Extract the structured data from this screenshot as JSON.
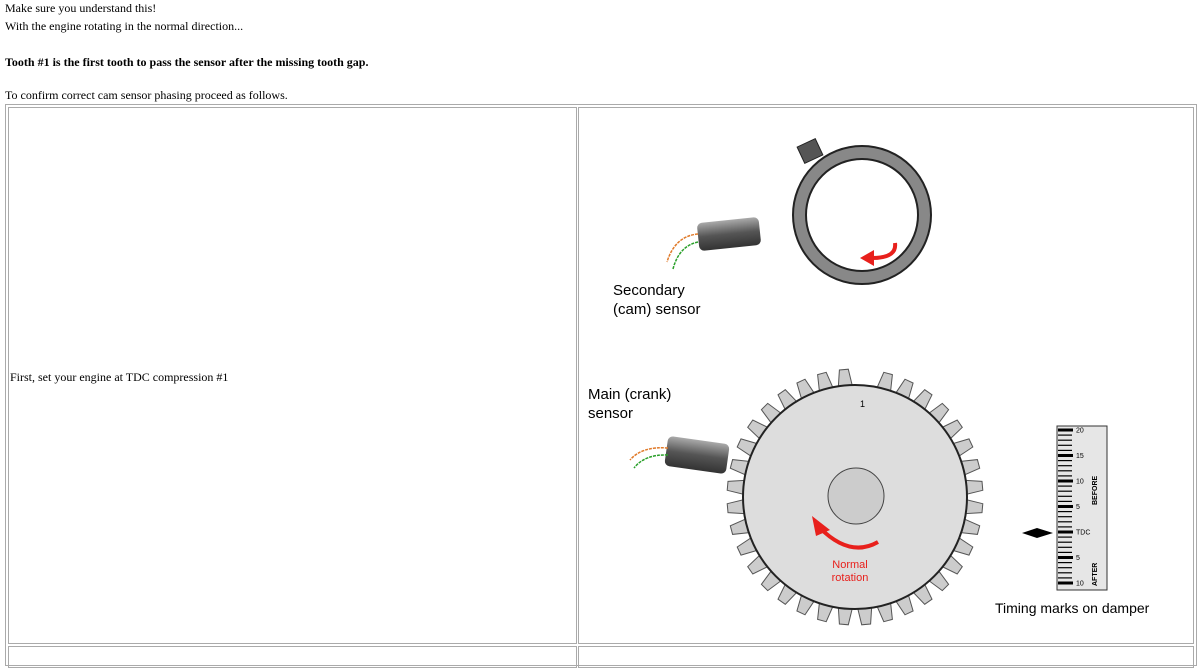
{
  "intro": {
    "line1": "Make sure you understand this!",
    "line2": "With the engine rotating in the normal direction...",
    "bold": "Tooth #1 is the first tooth to pass the sensor after the missing tooth gap.",
    "line3": "To confirm correct cam sensor phasing proceed as follows."
  },
  "step1": {
    "text": "First, set your engine at TDC compression #1"
  },
  "diagram": {
    "cam_label_1": "Secondary",
    "cam_label_2": "(cam) sensor",
    "crank_label_1": "Main (crank)",
    "crank_label_2": "sensor",
    "rotation_1": "Normal",
    "rotation_2": "rotation",
    "tooth_mark": "1",
    "timing_caption": "Timing marks on damper",
    "scale": {
      "before": "BEFORE",
      "after": "AFTER",
      "labels": [
        "20",
        "15",
        "10",
        "5",
        "TDC",
        "5",
        "10"
      ]
    },
    "colors": {
      "arrow": "#e8201c",
      "wire1": "#e07a2a",
      "wire2": "#2aa02a"
    }
  }
}
